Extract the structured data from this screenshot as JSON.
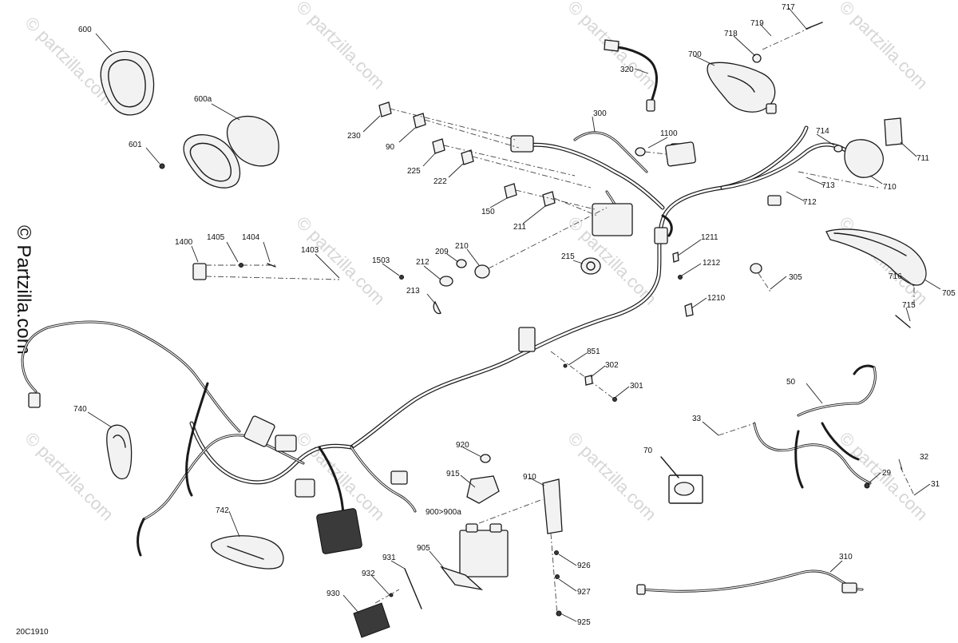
{
  "diagram": {
    "reference_code": "20C1910",
    "watermark_text": "© partzilla.com",
    "side_watermark_text": "© Partzilla.com",
    "callouts": [
      "600",
      "600a",
      "601",
      "1400",
      "1405",
      "1404",
      "1403",
      "1503",
      "212",
      "209",
      "210",
      "213",
      "215",
      "230",
      "90",
      "225",
      "222",
      "150",
      "211",
      "300",
      "320",
      "1100",
      "700",
      "718",
      "719",
      "717",
      "714",
      "711",
      "710",
      "713",
      "712",
      "1211",
      "1212",
      "1210",
      "305",
      "716",
      "705",
      "715",
      "851",
      "302",
      "301",
      "50",
      "33",
      "29",
      "32",
      "31",
      "70",
      "740",
      "742",
      "920",
      "915",
      "910",
      "900>900a",
      "905",
      "926",
      "927",
      "925",
      "931",
      "932",
      "930",
      "310"
    ]
  }
}
